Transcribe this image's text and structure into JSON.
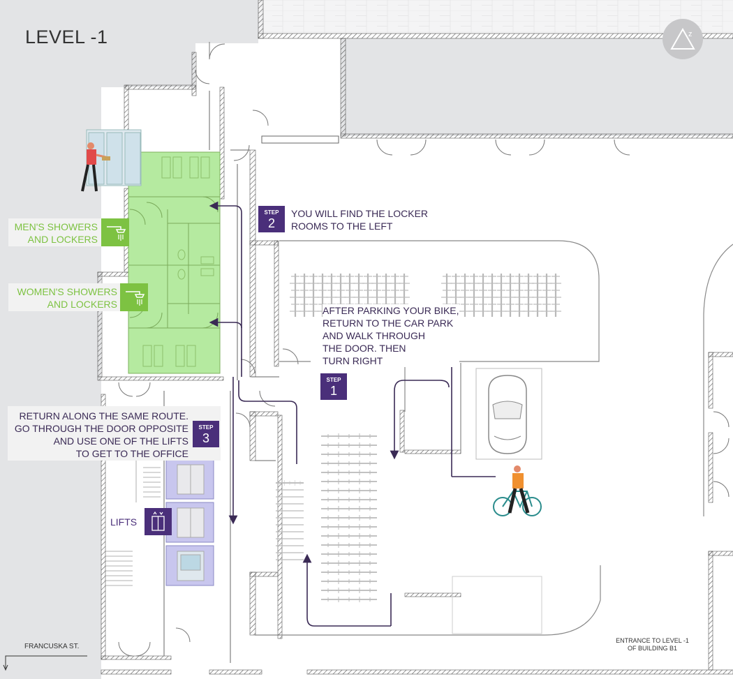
{
  "title": "LEVEL -1",
  "colors": {
    "accent_purple": "#4a2f7a",
    "locker_green": "#7dc242",
    "locker_area": "#b5eaa0",
    "lift_area": "#c8c6ee",
    "building_gray": "#e3e4e6"
  },
  "steps": [
    {
      "label": "STEP",
      "number": "1"
    },
    {
      "label": "STEP",
      "number": "2"
    },
    {
      "label": "STEP",
      "number": "3"
    }
  ],
  "instructions": {
    "step1": [
      "AFTER PARKING YOUR BIKE,",
      "RETURN TO THE CAR PARK",
      "AND WALK THROUGH",
      "THE DOOR. THEN",
      "TURN RIGHT"
    ],
    "step2": [
      "YOU WILL FIND THE LOCKER",
      "ROOMS TO THE LEFT"
    ],
    "step3": [
      "RETURN ALONG THE SAME ROUTE.",
      "GO THROUGH THE DOOR OPPOSITE",
      "AND USE ONE OF THE LIFTS",
      "TO GET TO THE OFFICE"
    ]
  },
  "legend": {
    "men": [
      "MEN'S SHOWERS",
      "AND LOCKERS"
    ],
    "women": [
      "WOMEN'S SHOWERS",
      "AND LOCKERS"
    ],
    "lifts": "LIFTS"
  },
  "street": "FRANCUSKA ST.",
  "entrance": [
    "ENTRANCE TO LEVEL -1",
    "OF BUILDING B1"
  ],
  "icons": [
    "compass-icon",
    "shower-icon",
    "lift-icon",
    "bicycle-icon",
    "car-icon",
    "person-icon",
    "locker-icon"
  ]
}
